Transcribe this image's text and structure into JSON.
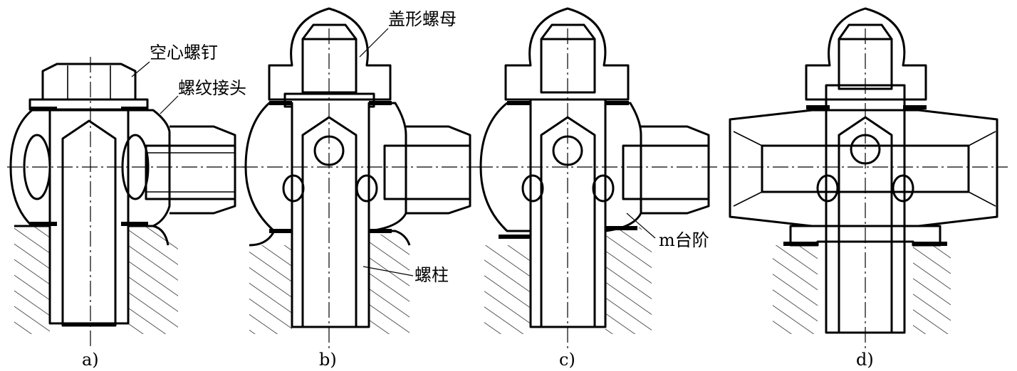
{
  "labels": {
    "hollow_screw": "空心螺钉",
    "threaded_joint": "螺纹接头",
    "cap_nut": "盖形螺母",
    "m_step": "m台阶",
    "stud": "螺柱"
  },
  "captions": {
    "a": "a)",
    "b": "b)",
    "c": "c)",
    "d": "d)"
  }
}
